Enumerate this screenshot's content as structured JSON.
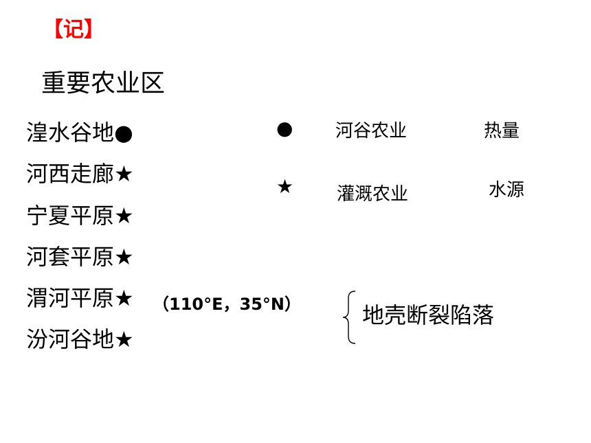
{
  "tag": "【记】",
  "title": "重要农业区",
  "regions": [
    {
      "name": "湟水谷地",
      "symbol": "●"
    },
    {
      "name": "河西走廊",
      "symbol": "★"
    },
    {
      "name": "宁夏平原",
      "symbol": "★"
    },
    {
      "name": "河套平原",
      "symbol": "★"
    },
    {
      "name": "渭河平原",
      "symbol": "★"
    },
    {
      "name": "汾河谷地",
      "symbol": "★"
    }
  ],
  "legend": [
    {
      "symbol": "●",
      "type": "河谷农业",
      "factor": "热量"
    },
    {
      "symbol": "★",
      "type": "灌溉农业",
      "factor": "水源"
    }
  ],
  "coordinate": "（110°E，35°N）",
  "cause": "地壳断裂陷落",
  "colors": {
    "tag": "#ff0000",
    "text": "#000000"
  }
}
